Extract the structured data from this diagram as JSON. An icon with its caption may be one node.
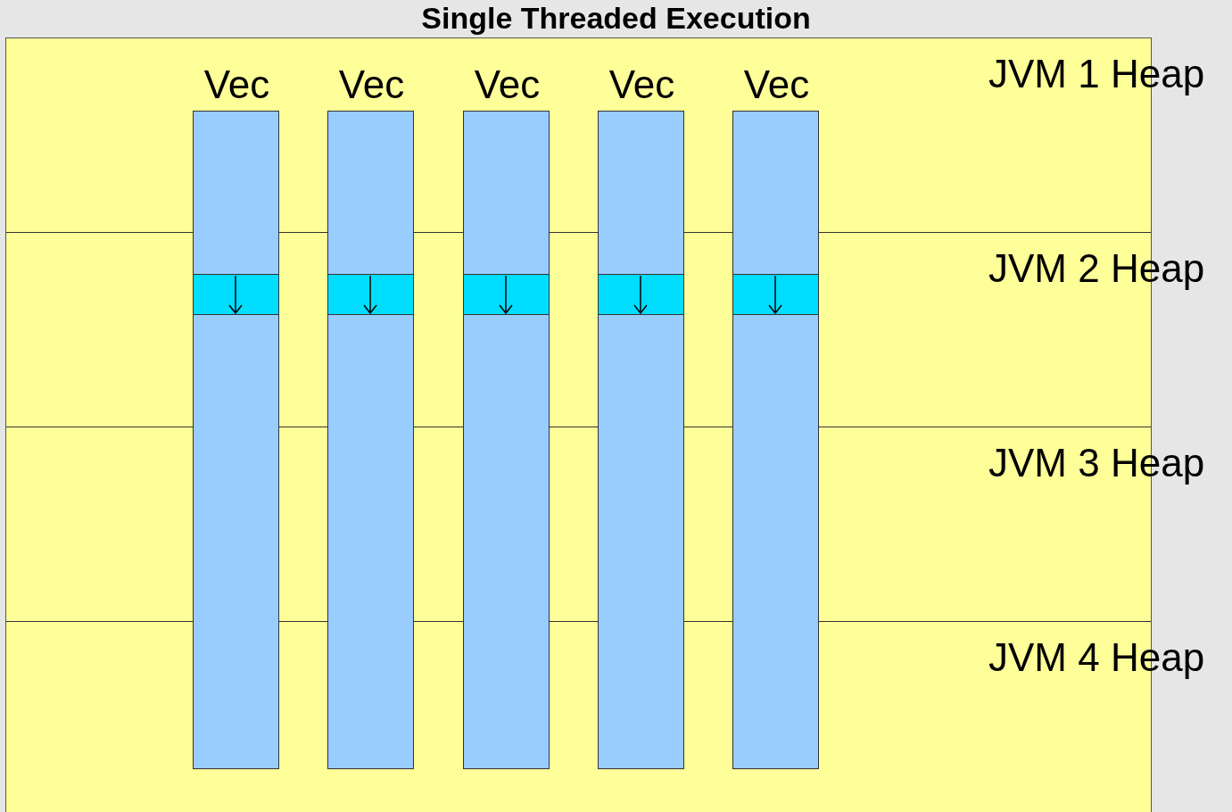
{
  "diagram": {
    "title": "Single Threaded Execution",
    "nodes": [
      {
        "text": [],
        "shape": "box"
      },
      {
        "text": [
          "JVM 1 Heap"
        ],
        "in": 0
      },
      {
        "text": [
          "JVM 2 Heap"
        ],
        "in": 0
      },
      {
        "text": [
          "JVM 3 Heap"
        ],
        "in": 0
      },
      {
        "text": [
          "JVM 4 Heap"
        ],
        "in": 0
      },
      {
        "text": [
          "Vec"
        ],
        "in": 0
      },
      {
        "text": [
          "Vec"
        ],
        "in": 0
      },
      {
        "text": [
          "Vec"
        ],
        "in": 0
      },
      {
        "text": [
          "Vec"
        ],
        "in": 0
      },
      {
        "text": [
          "Vec"
        ],
        "in": 0
      },
      {
        "text": [],
        "shape": "box"
      },
      {
        "text": [],
        "shape": "box"
      },
      {
        "text": [],
        "shape": "box"
      },
      {
        "text": [],
        "shape": "box"
      },
      {
        "text": [],
        "shape": "box"
      }
    ],
    "edges": []
  }
}
